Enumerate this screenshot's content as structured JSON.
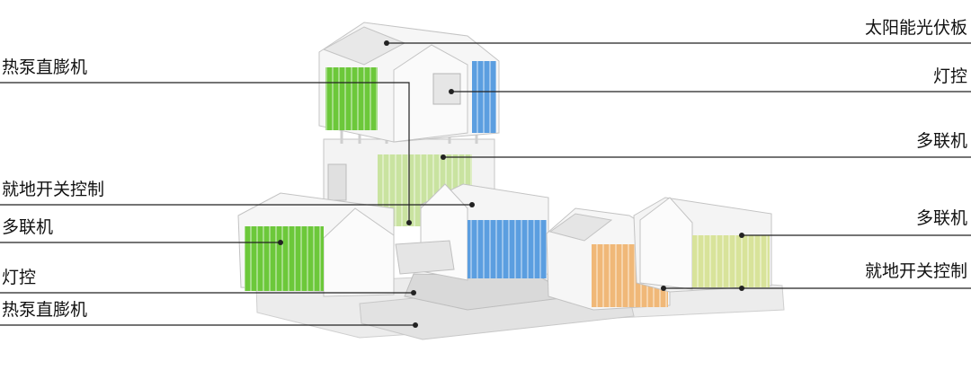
{
  "labels_left": [
    {
      "id": "heat-pump-top",
      "text": "热泵直膨机"
    },
    {
      "id": "local-switch",
      "text": "就地开关控制"
    },
    {
      "id": "multi-split-left",
      "text": "多联机"
    },
    {
      "id": "light-control-left",
      "text": "灯控"
    },
    {
      "id": "heat-pump-bottom",
      "text": "热泵直膨机"
    }
  ],
  "labels_right": [
    {
      "id": "solar-panel",
      "text": "太阳能光伏板"
    },
    {
      "id": "light-control-right",
      "text": "灯控"
    },
    {
      "id": "multi-split-top",
      "text": "多联机"
    },
    {
      "id": "multi-split-right",
      "text": "多联机"
    },
    {
      "id": "local-switch-right",
      "text": "就地开关控制"
    }
  ],
  "colors": {
    "green": "#6cc83a",
    "blue": "#5b9ee0",
    "light_green": "#c9e3a0",
    "orange": "#f0b878",
    "yellow_green": "#d8e39a",
    "leader_line": "#222222",
    "building": "#f4f4f4",
    "outline": "#bdbdbd"
  }
}
